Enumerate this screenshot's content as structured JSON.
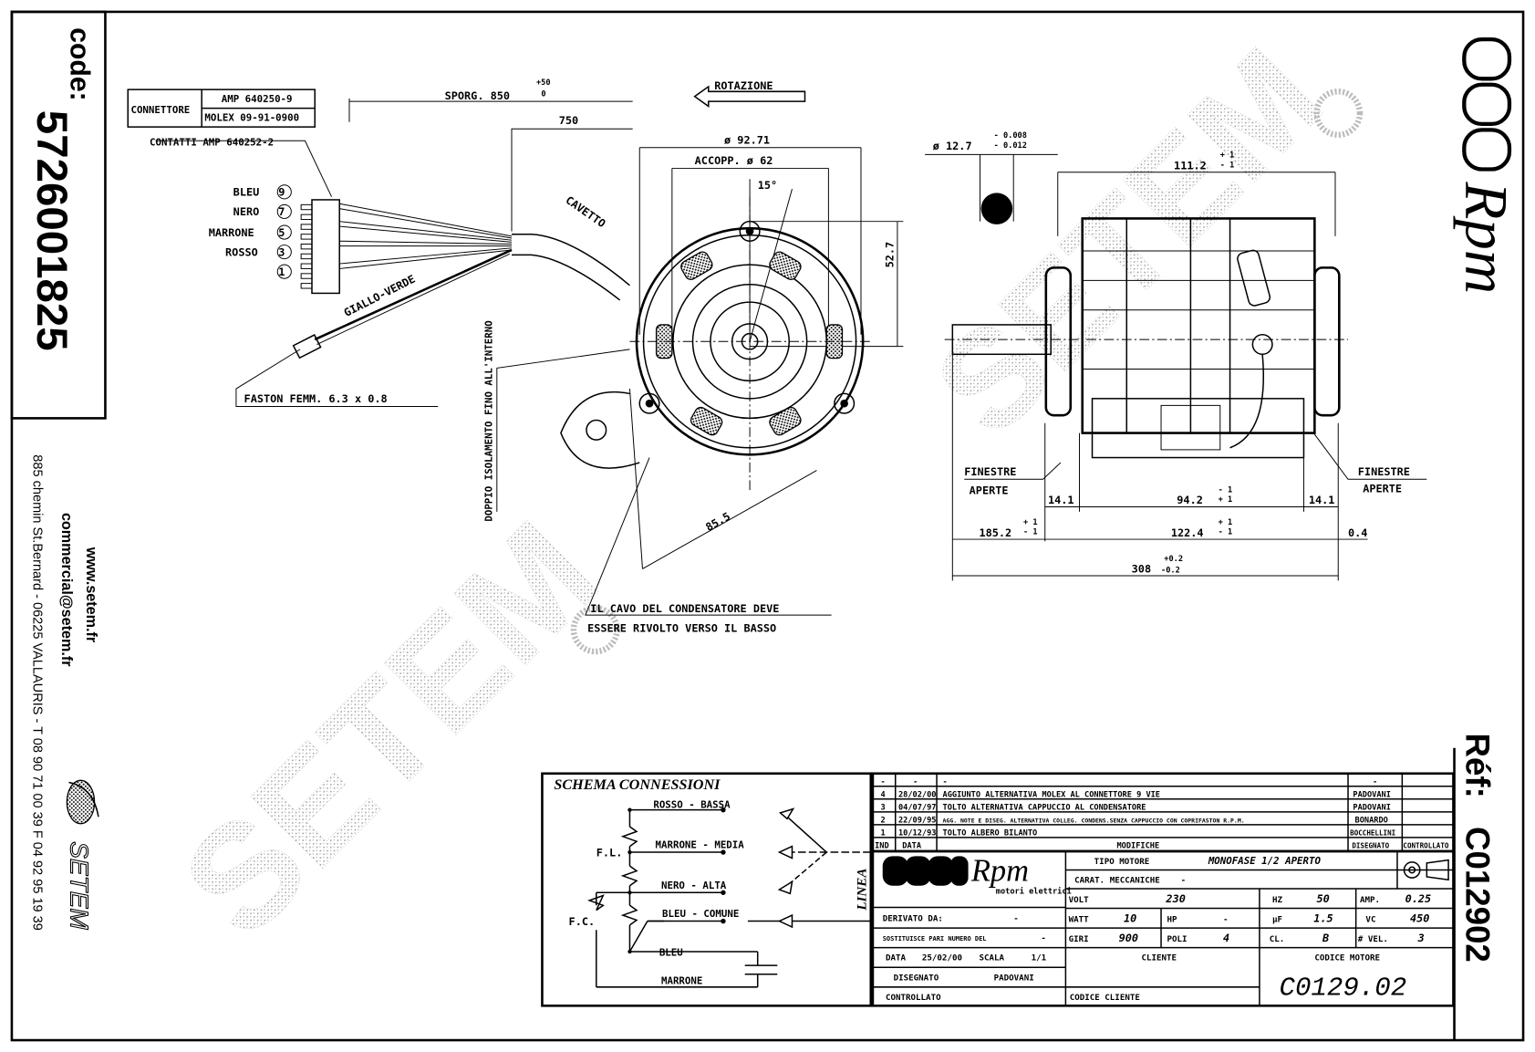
{
  "left_strip": {
    "code_label": "code:",
    "code_value": "5726001825",
    "website": "www.setem.fr",
    "email": "commercial@setem.fr",
    "address": "885 chemin St.Bernard  -  06225 VALLAURIS  -  T 08 90 71 00 39   F 04 92 95 19 39",
    "logo_text": "SETEM"
  },
  "right_strip": {
    "brand_logo_text": "Rpm",
    "ref_label": "Réf:",
    "ref_value": "C012902"
  },
  "watermark": {
    "text": "SETEM"
  },
  "connector": {
    "connettore_label": "CONNETTORE",
    "connettore_amp": "AMP 640250-9",
    "connettore_molex": "MOLEX 09-91-0900",
    "contatti": "CONTATTI AMP 640252-2",
    "wires": [
      {
        "color": "BLEU",
        "pin": "9"
      },
      {
        "color": "NERO",
        "pin": "7"
      },
      {
        "color": "MARRONE",
        "pin": "5"
      },
      {
        "color": "ROSSO",
        "pin": "3"
      },
      {
        "color": "",
        "pin": "1"
      }
    ],
    "giallo_verde": "GIALLO-VERDE",
    "faston": "FASTON FEMM. 6.3 x 0.8",
    "cavetto": "CAVETTO",
    "isolamento": "DOPPIO ISOLAMENTO FINO ALL'INTERNO"
  },
  "front_view": {
    "sporg": "SPORG. 850",
    "sporg_tol_plus": "+50",
    "sporg_tol_minus": "0",
    "len_750": "750",
    "rotazione": "ROTAZIONE",
    "diam_92": "ø 92.71",
    "accopp": "ACCOPP. ø 62",
    "angle": "15°",
    "dim_52": "52.7",
    "dim_85": "85.5",
    "note_line1": "IL CAVO DEL CONDENSATORE DEVE",
    "note_line2": "ESSERE RIVOLTO VERSO IL BASSO"
  },
  "side_view": {
    "shaft_diam": "ø 12.7",
    "shaft_tol_top": "- 0.008",
    "shaft_tol_bot": "- 0.012",
    "dim_111": "111.2",
    "tol_pm_plus": "+ 1",
    "tol_pm_minus": "- 1",
    "finestre": "FINESTRE",
    "aperte": "APERTE",
    "dim_14a": "14.1",
    "dim_94": "94.2",
    "dim_94_tol_top": "- 1",
    "dim_94_tol_bot": "+ 1",
    "dim_14b": "14.1",
    "dim_185": "185.2",
    "dim_122": "122.4",
    "dim_04": "0.4",
    "dim_308": "308",
    "dim_308_tol_plus": "+0.2",
    "dim_308_tol_minus": "-0.2"
  },
  "schema": {
    "title": "SCHEMA CONNESSIONI",
    "fl": "F.L.",
    "fc": "F.C.",
    "lines": [
      "ROSSO - BASSA",
      "MARRONE - MEDIA",
      "NERO - ALTA",
      "BLEU - COMUNE"
    ],
    "bleu": "BLEU",
    "marrone": "MARRONE",
    "linea": "LINEA"
  },
  "revisions": {
    "rows": [
      {
        "ind": "-",
        "data": "-",
        "modifica": "-",
        "disegnato": "-",
        "controllato": ""
      },
      {
        "ind": "4",
        "data": "28/02/00",
        "modifica": "AGGIUNTO ALTERNATIVA MOLEX AL CONNETTORE 9 VIE",
        "disegnato": "PADOVANI",
        "controllato": ""
      },
      {
        "ind": "3",
        "data": "04/07/97",
        "modifica": "TOLTO ALTERNATIVA CAPPUCCIO AL CONDENSATORE",
        "disegnato": "PADOVANI",
        "controllato": ""
      },
      {
        "ind": "2",
        "data": "22/09/95",
        "modifica": "AGG. NOTE E DISEG. ALTERNATIVA COLLEG. CONDENS.SENZA CAPPUCCIO CON COPRIFASTON R.P.M.",
        "disegnato": "BONARDO",
        "controllato": ""
      },
      {
        "ind": "1",
        "data": "10/12/93",
        "modifica": "TOLTO ALBERO BILANTO",
        "disegnato": "BOCCHELLINI",
        "controllato": ""
      }
    ],
    "header": {
      "ind": "IND",
      "data": "DATA",
      "modifica": "MODIFICHE",
      "disegnato": "DISEGNATO",
      "controllato": "CONTROLLATO"
    }
  },
  "title_block": {
    "logo_text": "Rpm",
    "logo_sub": "motori elettrici",
    "derivato_label": "DERIVATO DA:",
    "derivato_value": "-",
    "sostituisce_label": "SOSTITUISCE PARI NUMERO DEL",
    "sostituisce_value": "-",
    "data_label": "DATA",
    "data_value": "25/02/00",
    "scala_label": "SCALA",
    "scala_value": "1/1",
    "disegnato_label": "DISEGNATO",
    "disegnato_value": "PADOVANI",
    "controllato_label": "CONTROLLATO",
    "tipo_label": "TIPO MOTORE",
    "tipo_value": "MONOFASE 1/2 APERTO",
    "carat_label": "CARAT. MECCANICHE",
    "carat_value": "-",
    "volt_label": "VOLT",
    "volt_value": "230",
    "hz_label": "HZ",
    "hz_value": "50",
    "amp_label": "AMP.",
    "amp_value": "0.25",
    "watt_label": "WATT",
    "watt_value": "10",
    "hp_label": "HP",
    "hp_value": "-",
    "uf_label": "µF",
    "uf_value": "1.5",
    "vc_label": "VC",
    "vc_value": "450",
    "giri_label": "GIRI",
    "giri_value": "900",
    "poli_label": "POLI",
    "poli_value": "4",
    "cl_label": "CL.",
    "cl_value": "B",
    "vel_label": "# VEL.",
    "vel_value": "3",
    "cliente_label": "CLIENTE",
    "codice_cliente_label": "CODICE CLIENTE",
    "codice_motore_label": "CODICE MOTORE",
    "codice_motore_value": "C0129.02"
  }
}
